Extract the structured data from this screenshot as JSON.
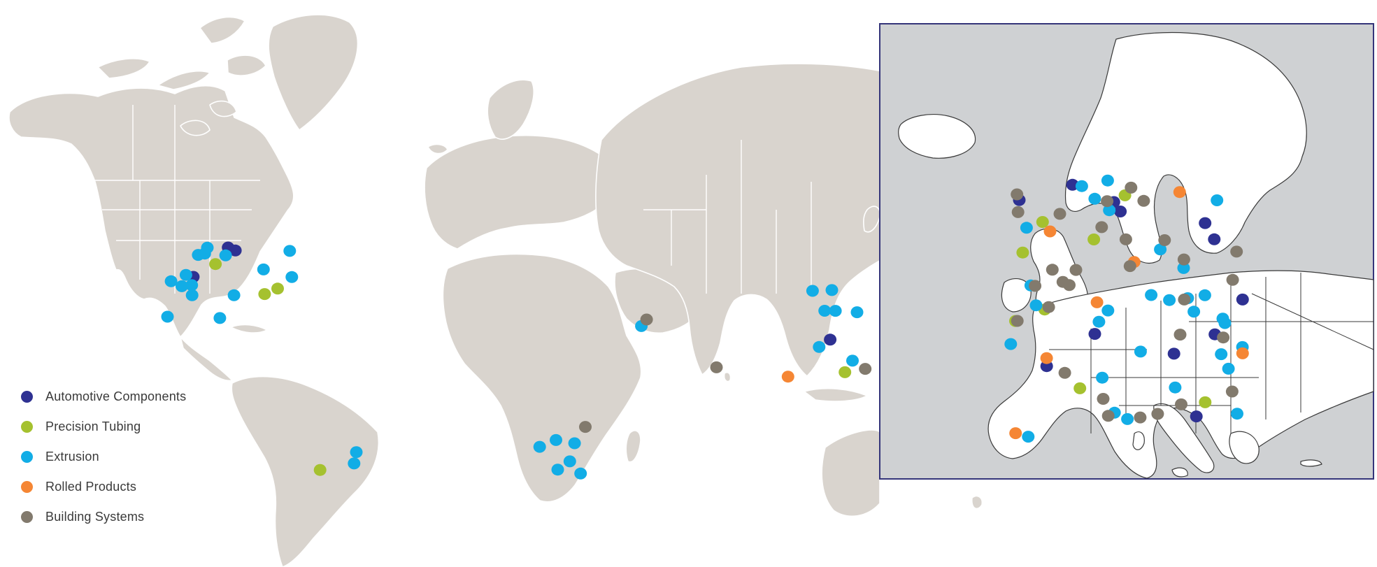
{
  "colors": {
    "ocean": "#ffffff",
    "land": "#d9d4ce",
    "inset_sea": "#cfd1d3",
    "inset_land": "#ffffff",
    "inset_frame": "#35357a"
  },
  "legend": {
    "items": [
      {
        "key": "automotive",
        "label": "Automotive Components",
        "color": "#2e3192"
      },
      {
        "key": "tubing",
        "label": "Precision Tubing",
        "color": "#a5c12f"
      },
      {
        "key": "extrusion",
        "label": "Extrusion",
        "color": "#12ade6"
      },
      {
        "key": "rolled",
        "label": "Rolled Products",
        "color": "#f58634"
      },
      {
        "key": "building",
        "label": "Building Systems",
        "color": "#827a6d"
      }
    ]
  },
  "markers": {
    "world": [
      {
        "region": "north-america",
        "type": "automotive",
        "count": 3
      },
      {
        "region": "north-america",
        "type": "tubing",
        "count": 3
      },
      {
        "region": "north-america",
        "type": "extrusion",
        "count": 15
      },
      {
        "region": "south-america",
        "type": "extrusion",
        "count": 2
      },
      {
        "region": "south-america",
        "type": "tubing",
        "count": 1
      },
      {
        "region": "middle-east",
        "type": "extrusion",
        "count": 1
      },
      {
        "region": "middle-east",
        "type": "building",
        "count": 1
      },
      {
        "region": "south-asia",
        "type": "building",
        "count": 1
      },
      {
        "region": "southeast-asia",
        "type": "rolled",
        "count": 1
      },
      {
        "region": "east-asia",
        "type": "automotive",
        "count": 1
      },
      {
        "region": "east-asia",
        "type": "tubing",
        "count": 1
      },
      {
        "region": "east-asia",
        "type": "extrusion",
        "count": 7
      },
      {
        "region": "east-asia",
        "type": "building",
        "count": 1
      },
      {
        "region": "southern-africa",
        "type": "extrusion",
        "count": 6
      },
      {
        "region": "southern-africa",
        "type": "building",
        "count": 1
      }
    ],
    "europe": [
      {
        "type": "automotive",
        "count": 12
      },
      {
        "type": "tubing",
        "count": 8
      },
      {
        "type": "extrusion",
        "count": 30
      },
      {
        "type": "rolled",
        "count": 7
      },
      {
        "type": "building",
        "count": 30
      }
    ]
  }
}
